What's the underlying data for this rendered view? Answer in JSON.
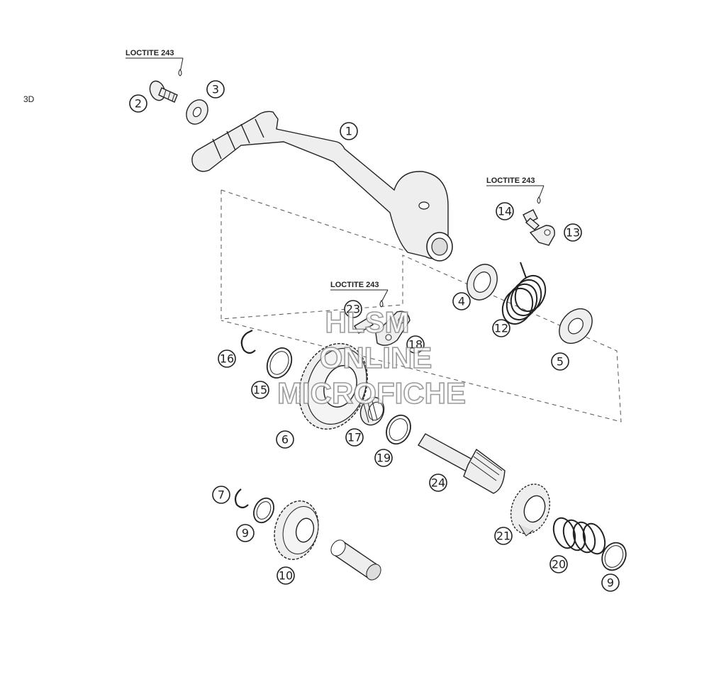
{
  "corner_label": "3D",
  "loctite": {
    "label_1": "LOCTITE 243",
    "label_2": "LOCTITE 243",
    "label_3": "LOCTITE 243"
  },
  "callouts": [
    "1",
    "2",
    "3",
    "4",
    "5",
    "6",
    "7",
    "9",
    "10",
    "12",
    "13",
    "14",
    "15",
    "16",
    "17",
    "18",
    "19",
    "20",
    "21",
    "23",
    "24",
    "9"
  ],
  "watermark": {
    "line1": "HLSM",
    "line2": "ONLINE",
    "line3": "MICROFICHE"
  }
}
